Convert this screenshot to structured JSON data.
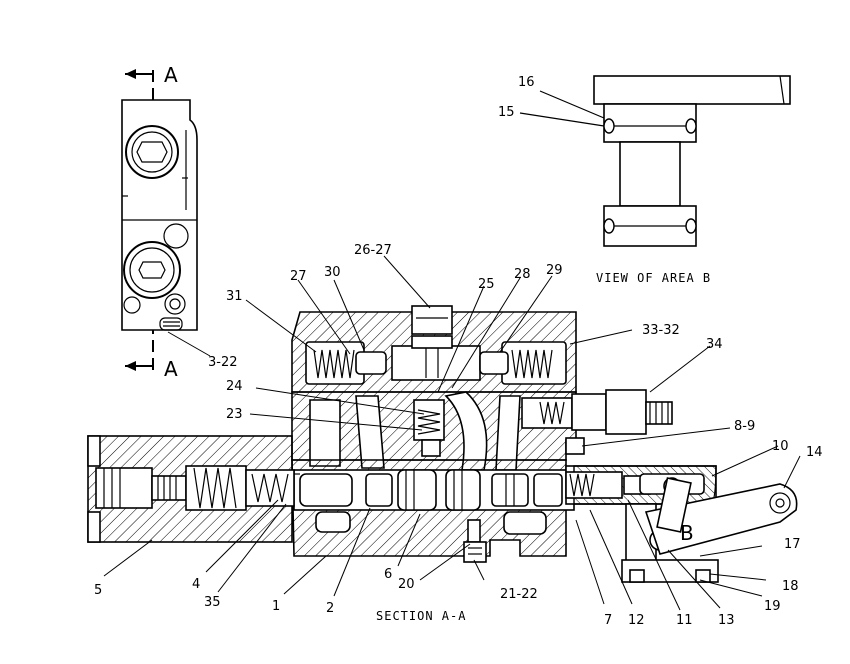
{
  "section_markers": {
    "top": "A",
    "bottom": "A"
  },
  "view_b_title": "VIEW OF AREA B",
  "area_label": "B",
  "section_title": "SECTION A-A",
  "callouts": {
    "c16": "16",
    "c15": "15",
    "c2627": "26-27",
    "c27": "27",
    "c30": "30",
    "c25": "25",
    "c28": "28",
    "c29": "29",
    "c31": "31",
    "c3332": "33-32",
    "c34": "34",
    "c322": "3-22",
    "c24": "24",
    "c23": "23",
    "c89": "8-9",
    "c10": "10",
    "c14": "14",
    "c17": "17",
    "c18": "18",
    "c19": "19",
    "c5": "5",
    "c4": "4",
    "c35": "35",
    "c1": "1",
    "c2": "2",
    "c6": "6",
    "c20": "20",
    "c2122": "21-22",
    "c7": "7",
    "c12": "12",
    "c11": "11",
    "c13": "13"
  }
}
